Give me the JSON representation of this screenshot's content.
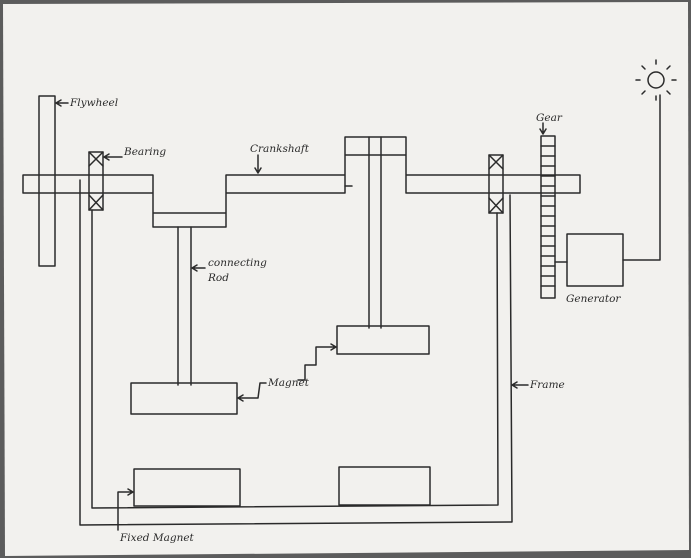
{
  "labels": {
    "flywheel": "Flywheel",
    "bearing": "Bearing",
    "crankshaft": "Crankshaft",
    "gear": "Gear",
    "connecting_rod_line1": "connecting",
    "connecting_rod_line2": "Rod",
    "generator": "Generator",
    "frame": "Frame",
    "magnet": "Magnet",
    "fixed_magnet": "Fixed Magnet"
  },
  "colors": {
    "paper": "#f2f1ee",
    "ink": "#2b2b2b",
    "surround": "#5c5c5c"
  },
  "icons": {
    "bulb": "lamp-icon"
  }
}
